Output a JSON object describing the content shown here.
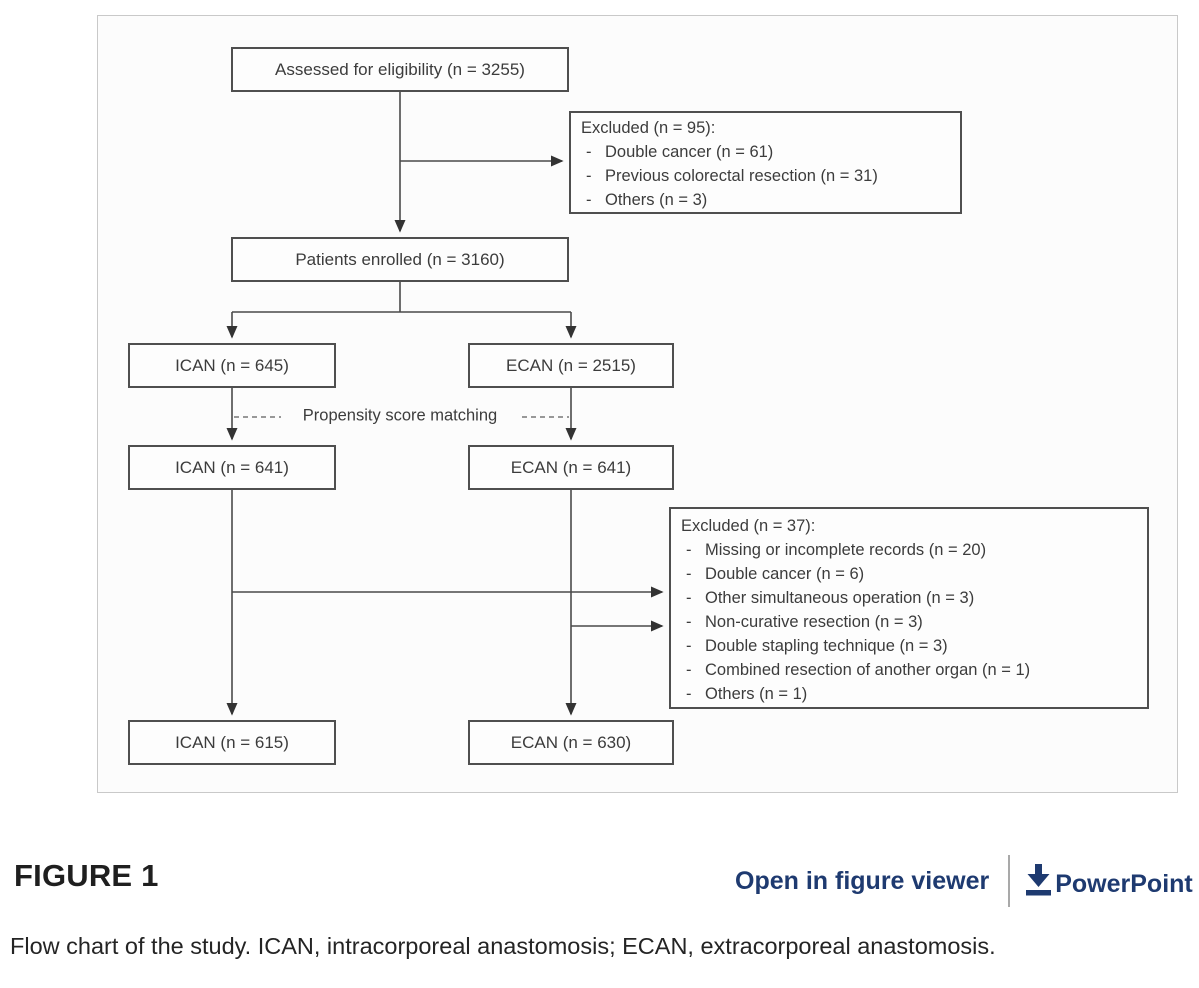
{
  "diagram": {
    "bullet": "-",
    "nodes": {
      "assessed": "Assessed for eligibility (n = 3255)",
      "enrolled": "Patients enrolled (n = 3160)",
      "ican_645": "ICAN (n = 645)",
      "ecan_2515": "ECAN (n = 2515)",
      "ican_641": "ICAN (n = 641)",
      "ecan_641": "ECAN (n = 641)",
      "ican_615": "ICAN (n = 615)",
      "ecan_630": "ECAN (n = 630)"
    },
    "matching_label": "Propensity score matching",
    "excluded1": {
      "title": "Excluded (n = 95):",
      "items": [
        "Double cancer (n = 61)",
        "Previous colorectal resection (n = 31)",
        "Others (n = 3)"
      ]
    },
    "excluded2": {
      "title": "Excluded (n = 37):",
      "items": [
        "Missing or incomplete records (n = 20)",
        "Double cancer (n = 6)",
        "Other simultaneous operation (n = 3)",
        "Non-curative resection (n = 3)",
        "Double stapling technique (n = 3)",
        "Combined resection of another organ (n = 1)",
        "Others (n = 1)"
      ]
    }
  },
  "figure_bar": {
    "label": "FIGURE 1",
    "open_viewer_label": "Open in figure viewer",
    "download_label": "PowerPoint"
  },
  "caption": "Flow chart of the study. ICAN, intracorporeal anastomosis; ECAN, extracorporeal anastomosis.",
  "icons": {
    "download_icon": "arrow-down-to-bar"
  },
  "colors": {
    "link_blue": "#1e3a70",
    "box_border": "#4f4f4f",
    "diagram_text": "#3c3c3c",
    "panel_frame": "#c9c9c9"
  }
}
